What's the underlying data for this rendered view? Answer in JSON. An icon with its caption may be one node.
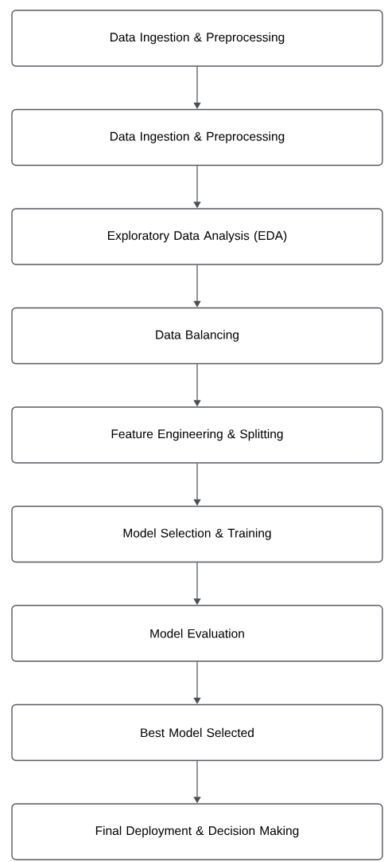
{
  "diagram": {
    "nodes": [
      {
        "text": [
          "Data Ingestion & Preprocessing"
        ]
      },
      {
        "text": [
          "Data Ingestion & Preprocessing"
        ]
      },
      {
        "text": [
          "Exploratory Data Analysis (EDA)"
        ]
      },
      {
        "text": [
          "Data Balancing"
        ]
      },
      {
        "text": [
          "Feature Engineering & Splitting"
        ]
      },
      {
        "text": [
          "Model Selection & Training"
        ]
      },
      {
        "text": [
          "Model Evaluation"
        ]
      },
      {
        "text": [
          "Best Model Selected"
        ]
      },
      {
        "text": [
          "Final Deployment & Decision Making"
        ]
      }
    ],
    "edges": [
      {
        "from": 0,
        "to": 1,
        "arrow": "to"
      },
      {
        "from": 1,
        "to": 2,
        "arrow": "to"
      },
      {
        "from": 2,
        "to": 3,
        "arrow": "to"
      },
      {
        "from": 3,
        "to": 4,
        "arrow": "to"
      },
      {
        "from": 4,
        "to": 5,
        "arrow": "to"
      },
      {
        "from": 5,
        "to": 6,
        "arrow": "to"
      },
      {
        "from": 6,
        "to": 7,
        "arrow": "to"
      },
      {
        "from": 7,
        "to": 8,
        "arrow": "to"
      }
    ]
  }
}
